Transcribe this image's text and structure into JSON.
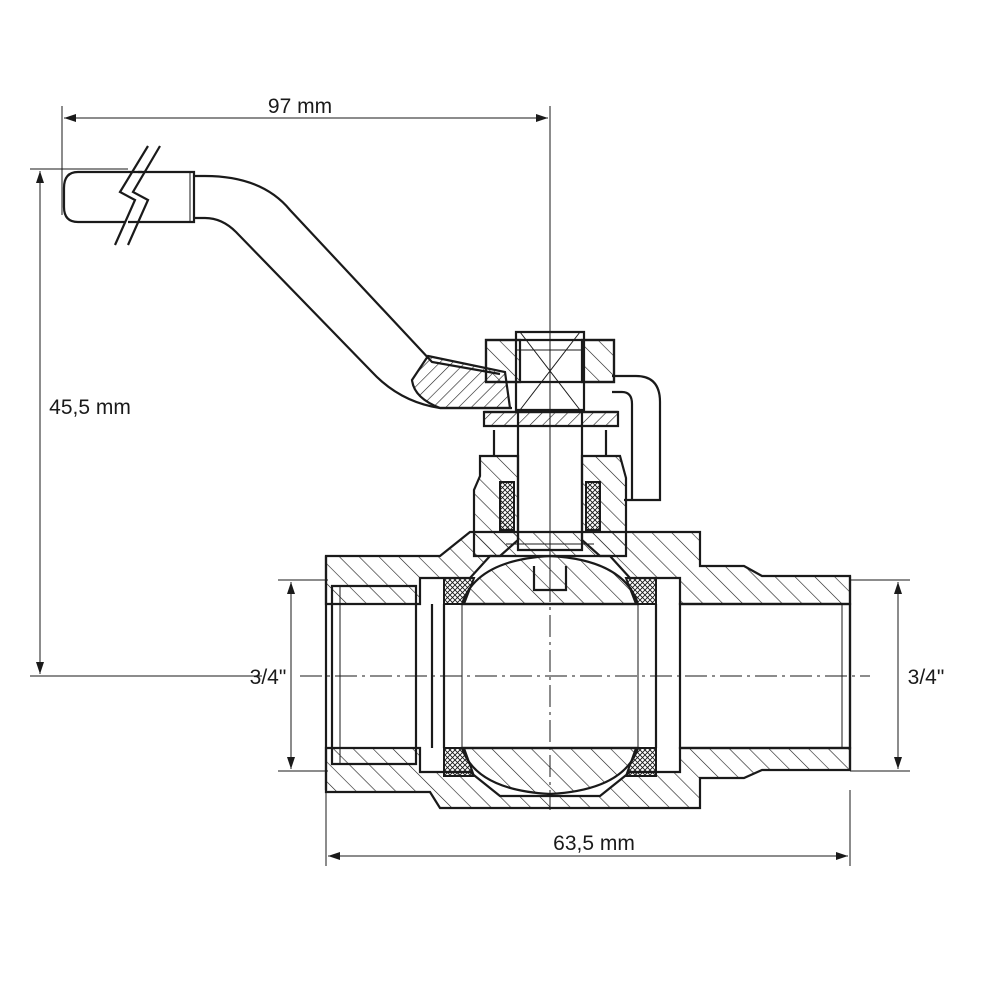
{
  "dimensions": {
    "handle_length": "97 mm",
    "height": "45,5 mm",
    "inlet_thread": "3/4\"",
    "outlet_thread": "3/4\"",
    "body_length": "63,5 mm"
  },
  "colors": {
    "line": "#1a1a1a",
    "background": "#ffffff"
  }
}
